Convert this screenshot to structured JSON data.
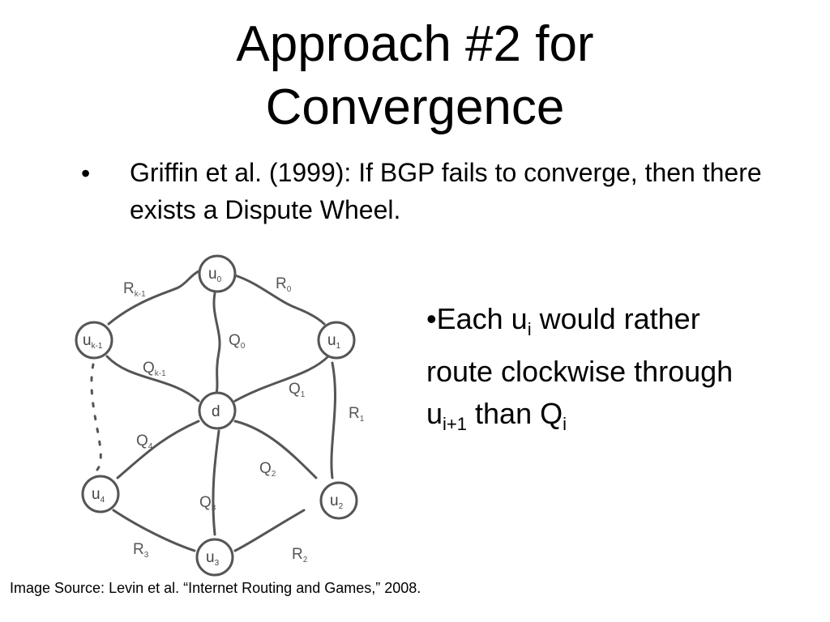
{
  "slide": {
    "title_line1": "Approach #2 for",
    "title_line2": "Convergence",
    "bullet_symbol": "•",
    "bullet_text": "Griffin et al. (1999): If BGP fails to converge, then there exists a Dispute Wheel.",
    "side_text": {
      "part1": "•Each u",
      "sub1": "i",
      "part2": " would rather route clockwise through u",
      "sub2": "i+1",
      "part3": " than Q",
      "sub3": "i"
    },
    "caption": "Image Source: Levin et al. “Internet Routing and Games,” 2008."
  },
  "diagram": {
    "nodes": [
      {
        "id": "u0",
        "label": "u",
        "sub": "0"
      },
      {
        "id": "u1",
        "label": "u",
        "sub": "1"
      },
      {
        "id": "u2",
        "label": "u",
        "sub": "2"
      },
      {
        "id": "u3",
        "label": "u",
        "sub": "3"
      },
      {
        "id": "u4",
        "label": "u",
        "sub": "4"
      },
      {
        "id": "uk1",
        "label": "u",
        "sub": "k-1"
      },
      {
        "id": "d",
        "label": "d",
        "sub": ""
      }
    ],
    "edge_labels": {
      "r0": {
        "label": "R",
        "sub": "0"
      },
      "r1": {
        "label": "R",
        "sub": "1"
      },
      "r2": {
        "label": "R",
        "sub": "2"
      },
      "r3": {
        "label": "R",
        "sub": "3"
      },
      "rk1": {
        "label": "R",
        "sub": "k-1"
      },
      "q0": {
        "label": "Q",
        "sub": "0"
      },
      "q1": {
        "label": "Q",
        "sub": "1"
      },
      "q2": {
        "label": "Q",
        "sub": "2"
      },
      "q3": {
        "label": "Q",
        "sub": "3"
      },
      "q4": {
        "label": "Q",
        "sub": "4"
      },
      "qk1": {
        "label": "Q",
        "sub": "k-1"
      }
    }
  }
}
